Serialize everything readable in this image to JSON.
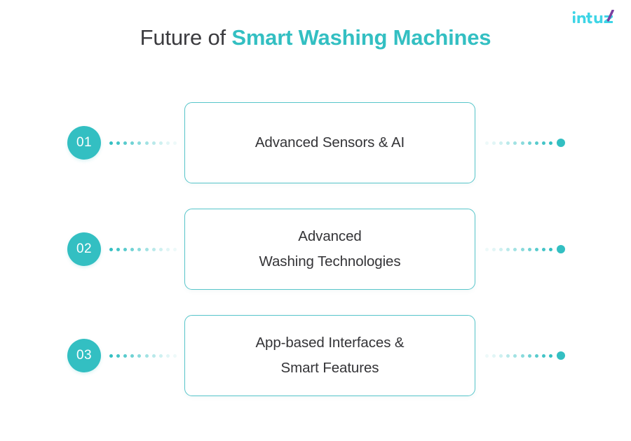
{
  "brand": {
    "logo_text": "intuz",
    "logo_accent_color": "#7b3fa0",
    "logo_color": "#3ed5e6"
  },
  "header": {
    "title_plain": "Future of ",
    "title_accent": "Smart Washing Machines"
  },
  "theme": {
    "accent": "#33bfc2",
    "card_border": "#57c5ca",
    "text": "#343437",
    "title_text": "#3b3b3f",
    "background": "#ffffff"
  },
  "rows": [
    {
      "number": "01",
      "label": "Advanced Sensors & AI"
    },
    {
      "number": "02",
      "label": "Advanced\nWashing Technologies"
    },
    {
      "number": "03",
      "label": "App-based Interfaces &\nSmart Features"
    }
  ]
}
